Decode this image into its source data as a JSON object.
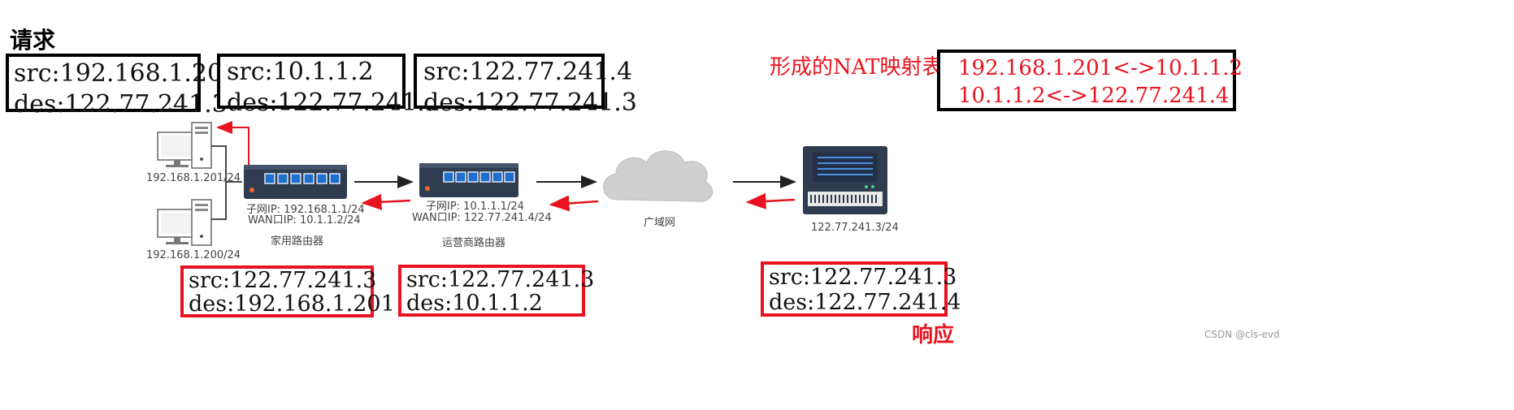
{
  "headings": {
    "request": "请求",
    "response": "响应",
    "nat_table_title": "形成的NAT映射表"
  },
  "request_boxes": [
    {
      "src": "src:192.168.1.201",
      "des": "des:122.77.241.3"
    },
    {
      "src": "src:10.1.1.2",
      "des": "des:122.77.241.3"
    },
    {
      "src": "src:122.77.241.4",
      "des": "des:122.77.241.3"
    }
  ],
  "response_boxes": [
    {
      "src": "src:122.77.241.3",
      "des": "des:192.168.1.201"
    },
    {
      "src": "src:122.77.241.3",
      "des": "des:10.1.1.2"
    },
    {
      "src": "src:122.77.241.3",
      "des": "des:122.77.241.4"
    }
  ],
  "nat_table": [
    "192.168.1.201<->10.1.1.2",
    "10.1.1.2<->122.77.241.4"
  ],
  "hosts": {
    "pc1": "192.168.1.201/24",
    "pc2": "192.168.1.200/24",
    "server": "122.77.241.3/24"
  },
  "home_router": {
    "subnet": "子网IP:   192.168.1.1/24",
    "wan": "WAN口IP:  10.1.1.2/24",
    "name": "家用路由器"
  },
  "isp_router": {
    "subnet": "子网IP:   10.1.1.1/24",
    "wan": "WAN口IP:  122.77.241.4/24",
    "name": "运营商路由器"
  },
  "wan_cloud": "广域网",
  "watermark": "CSDN @cls-evd",
  "colors": {
    "accent_red": "#e8131f",
    "router_dark": "#2f3b4f",
    "port_blue": "#1f6fd0",
    "cloud_gray": "#cfcfcf"
  }
}
